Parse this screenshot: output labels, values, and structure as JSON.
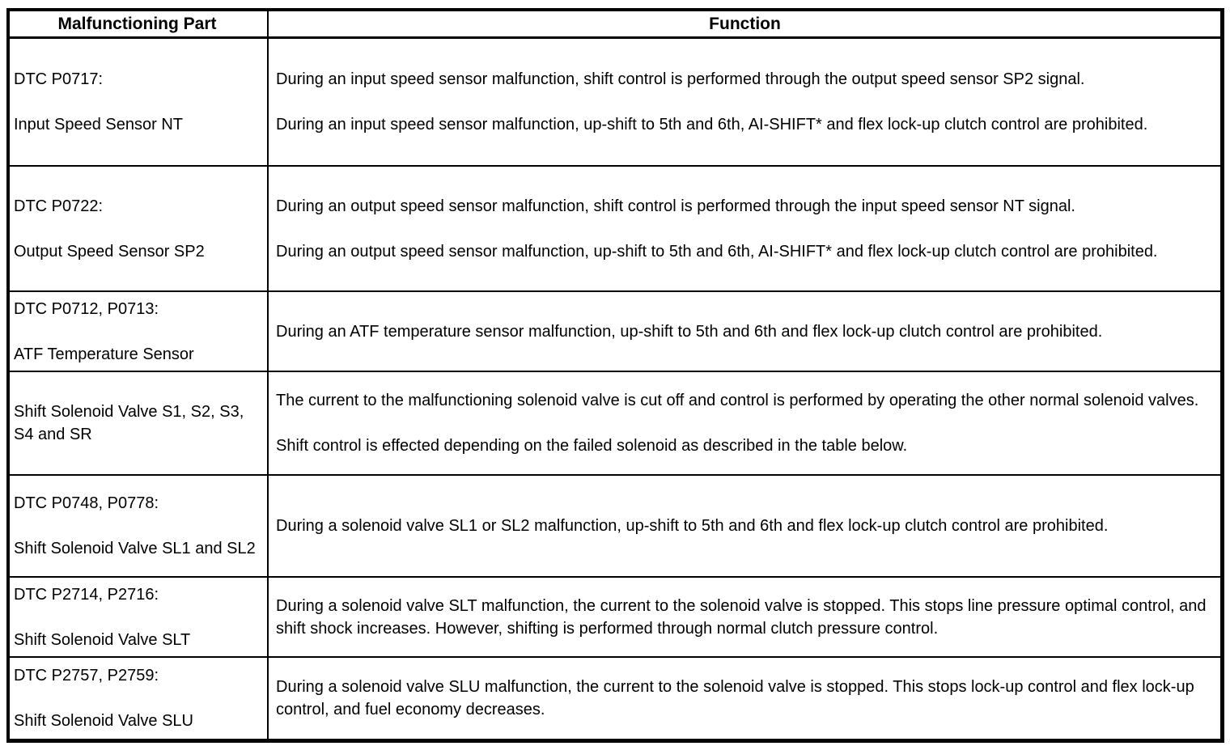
{
  "colors": {
    "background": "#ffffff",
    "border": "#000000",
    "text": "#000000"
  },
  "table": {
    "headers": [
      "Malfunctioning Part",
      "Function"
    ],
    "rows": [
      {
        "part": [
          "DTC P0717:",
          "Input Speed Sensor NT"
        ],
        "function": [
          "During an input speed sensor malfunction, shift control is performed through the output speed sensor SP2 signal.",
          "During an input speed sensor malfunction, up-shift to 5th and 6th, AI-SHIFT* and flex lock-up clutch control are prohibited."
        ]
      },
      {
        "part": [
          "DTC P0722:",
          "Output Speed Sensor SP2"
        ],
        "function": [
          "During an output speed sensor malfunction, shift control is performed through the input speed sensor NT signal.",
          "During an output speed sensor malfunction, up-shift to 5th and 6th, AI-SHIFT* and flex lock-up clutch control are prohibited."
        ]
      },
      {
        "part": [
          "DTC P0712, P0713:",
          "ATF Temperature Sensor"
        ],
        "function": [
          "During an ATF temperature sensor malfunction, up-shift to 5th and 6th and flex lock-up clutch control are prohibited."
        ]
      },
      {
        "part": [
          "Shift Solenoid Valve S1, S2, S3, S4 and SR"
        ],
        "function": [
          "The current to the malfunctioning solenoid valve is cut off and control is performed by operating the other normal solenoid valves.",
          "Shift control is effected depending on the failed solenoid as described in the table below."
        ]
      },
      {
        "part": [
          "DTC P0748, P0778:",
          "Shift Solenoid Valve SL1 and SL2"
        ],
        "function": [
          "During a solenoid valve SL1 or SL2 malfunction, up-shift to 5th and 6th and flex lock-up clutch control are prohibited."
        ]
      },
      {
        "part": [
          "DTC P2714, P2716:",
          "Shift Solenoid Valve SLT"
        ],
        "function": [
          "During a solenoid valve SLT malfunction, the current to the solenoid valve is stopped. This stops line pressure optimal control, and shift shock increases. However, shifting is performed through normal clutch pressure control."
        ]
      },
      {
        "part": [
          "DTC P2757, P2759:",
          "Shift Solenoid Valve SLU"
        ],
        "function": [
          "During a solenoid valve SLU malfunction, the current to the solenoid valve is stopped. This stops lock-up control and flex lock-up control, and fuel economy decreases."
        ]
      }
    ]
  }
}
